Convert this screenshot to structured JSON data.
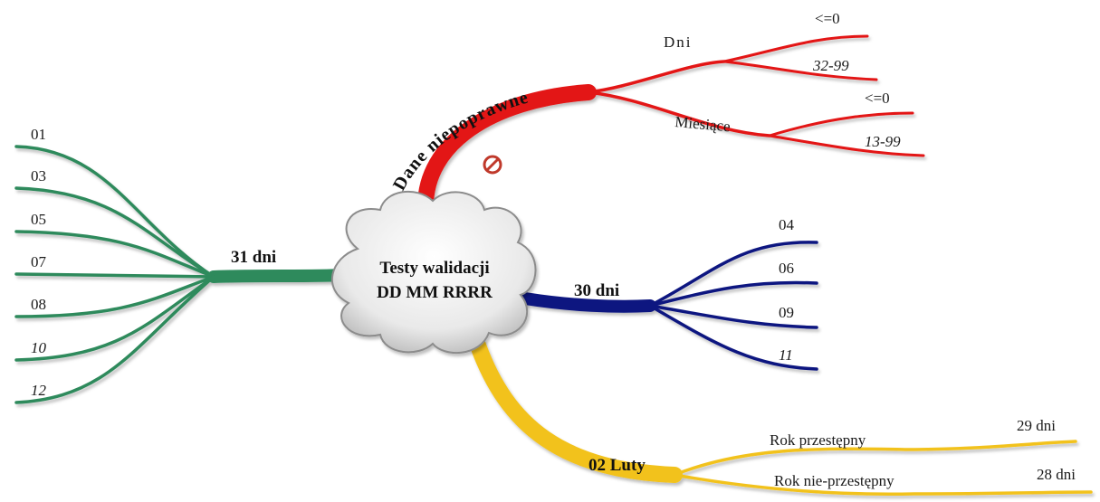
{
  "center": {
    "line1": "Testy walidacji",
    "line2": "DD MM RRRR"
  },
  "colors": {
    "green": "#2f8a5c",
    "red": "#e31414",
    "blue": "#0d1580",
    "yellow": "#f2c21c"
  },
  "branch_31": {
    "label": "31 dni",
    "leaves": [
      "01",
      "03",
      "05",
      "07",
      "08",
      "10",
      "12"
    ]
  },
  "branch_30": {
    "label": "30 dni",
    "leaves": [
      "04",
      "06",
      "09",
      "11"
    ]
  },
  "branch_feb": {
    "label": "02 Luty",
    "leap": {
      "label": "Rok przestępny",
      "value": "29 dni"
    },
    "nonleap": {
      "label": "Rok nie-przestępny",
      "value": "28 dni"
    }
  },
  "branch_invalid": {
    "label": "Dane niepoprawne",
    "icon": "no-entry-icon",
    "days": {
      "label": "Dni",
      "low": "<=0",
      "high": "32-99"
    },
    "months": {
      "label": "Miesiące",
      "low": "<=0",
      "high": "13-99"
    }
  }
}
